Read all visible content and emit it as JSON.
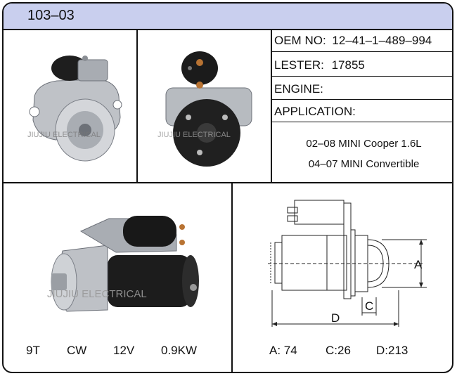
{
  "header": {
    "code": "103–03"
  },
  "specs": {
    "oem": {
      "label": "OEM NO:",
      "value": "12–41–1–489–994"
    },
    "lester": {
      "label": "LESTER:",
      "value": "17855"
    },
    "engine": {
      "label": "ENGINE:",
      "value": ""
    },
    "application": {
      "label": "APPLICATION:"
    }
  },
  "applications": [
    "02–08 MINI Cooper 1.6L",
    "04–07 MINI Convertible"
  ],
  "watermark": "JIUJIU ELECTRICAL",
  "ratings": {
    "teeth": "9T",
    "rotation": "CW",
    "voltage": "12V",
    "power": "0.9KW"
  },
  "dimensions": {
    "a": {
      "label": "A:",
      "value": "74",
      "letter": "A"
    },
    "c": {
      "label": "C:",
      "value": "26",
      "letter": "C"
    },
    "d": {
      "label": "D:",
      "value": "213",
      "letter": "D"
    }
  }
}
